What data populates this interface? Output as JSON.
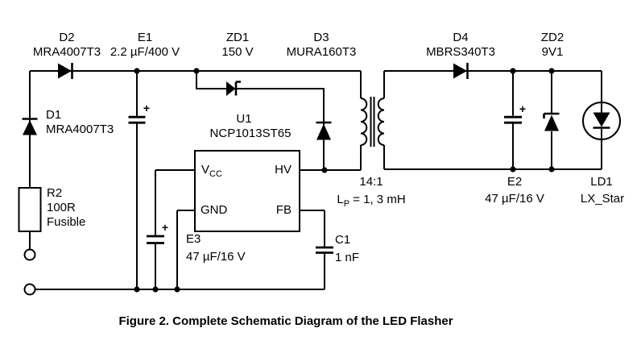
{
  "caption": "Figure 2. Complete Schematic Diagram of the LED Flasher",
  "colors": {
    "line": "#000000",
    "background": "#ffffff"
  },
  "components": {
    "d2": {
      "ref": "D2",
      "part": "MRA4007T3"
    },
    "d1": {
      "ref": "D1",
      "part": "MRA4007T3"
    },
    "e1": {
      "ref": "E1",
      "value": "2.2 µF/400 V",
      "polarity": "+"
    },
    "zd1": {
      "ref": "ZD1",
      "value": "150 V"
    },
    "d3": {
      "ref": "D3",
      "part": "MURA160T3"
    },
    "d4": {
      "ref": "D4",
      "part": "MBRS340T3"
    },
    "zd2": {
      "ref": "ZD2",
      "value": "9V1"
    },
    "r2": {
      "ref": "R2",
      "value": "100R",
      "note": "Fusible"
    },
    "u1": {
      "ref": "U1",
      "part": "NCP1013ST65",
      "pin_vcc_main": "V",
      "pin_vcc_sub": "CC",
      "pin_gnd": "GND",
      "pin_hv": "HV",
      "pin_fb": "FB"
    },
    "e3": {
      "ref": "E3",
      "value": "47 µF/16 V",
      "polarity": "+"
    },
    "c1": {
      "ref": "C1",
      "value": "1 nF"
    },
    "t1": {
      "ratio": "14:1",
      "lp_symbol": "L",
      "lp_sub": "P",
      "lp_value": " = 1, 3 mH"
    },
    "e2": {
      "ref": "E2",
      "value": "47 µF/16 V",
      "polarity": "+"
    },
    "ld1": {
      "ref": "LD1",
      "part": "LX_Star"
    }
  }
}
